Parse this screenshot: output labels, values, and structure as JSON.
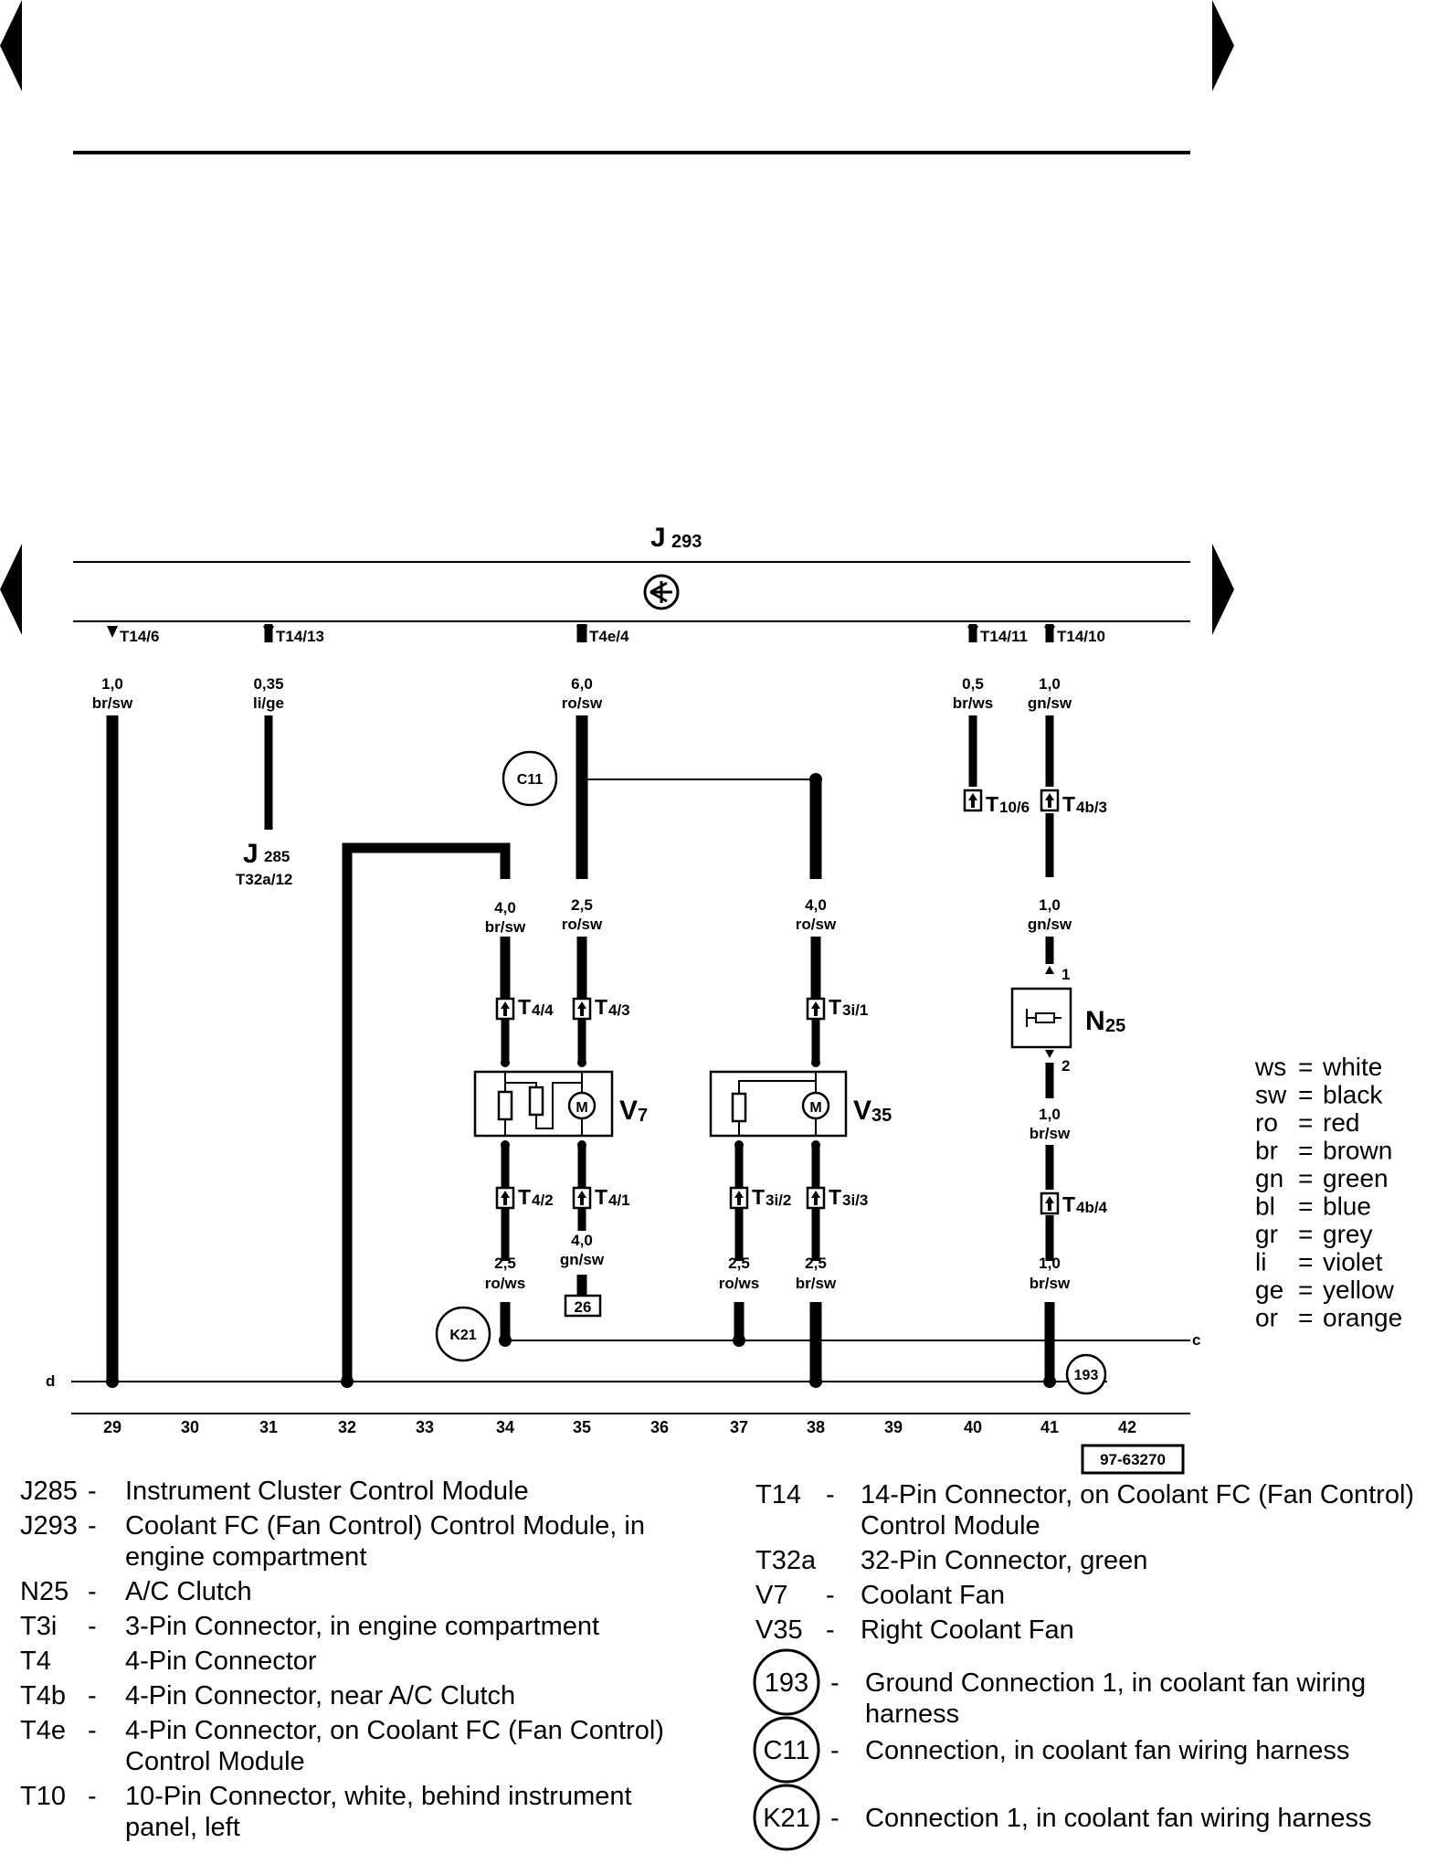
{
  "module": {
    "name": "J",
    "number": "293"
  },
  "top_connectors": [
    {
      "id": "t14-6",
      "label": "T14/6",
      "gauge": "1,0",
      "color": "br/sw"
    },
    {
      "id": "t14-13",
      "label": "T14/13",
      "gauge": "0,35",
      "color": "li/ge"
    },
    {
      "id": "t4e-4",
      "label": "T4e/4",
      "gauge": "6,0",
      "color": "ro/sw"
    },
    {
      "id": "t14-11",
      "label": "T14/11",
      "gauge": "0,5",
      "color": "br/ws"
    },
    {
      "id": "t14-10",
      "label": "T14/10",
      "gauge": "1,0",
      "color": "gn/sw"
    }
  ],
  "j285": {
    "name": "J",
    "number": "285",
    "pin": "T32a/12"
  },
  "wires": [
    {
      "id": "w34-top",
      "gauge": "4,0",
      "color": "br/sw"
    },
    {
      "id": "w35-top",
      "gauge": "2,5",
      "color": "ro/sw"
    },
    {
      "id": "w38-top",
      "gauge": "4,0",
      "color": "ro/sw"
    },
    {
      "id": "w41-top",
      "gauge": "1,0",
      "color": "gn/sw"
    },
    {
      "id": "w41-mid",
      "gauge": "1,0",
      "color": "br/sw"
    },
    {
      "id": "w34-bot",
      "gauge": "2,5",
      "color": "ro/ws"
    },
    {
      "id": "w35-bot",
      "gauge": "4,0",
      "color": "gn/sw"
    },
    {
      "id": "w37-bot",
      "gauge": "2,5",
      "color": "ro/ws"
    },
    {
      "id": "w38-bot",
      "gauge": "2,5",
      "color": "br/sw"
    },
    {
      "id": "w41-bot",
      "gauge": "1,0",
      "color": "br/sw"
    }
  ],
  "connectors": [
    {
      "id": "t10-6",
      "main": "T",
      "sub": "10/6"
    },
    {
      "id": "t4b-3",
      "main": "T",
      "sub": "4b/3"
    },
    {
      "id": "t4-4",
      "main": "T",
      "sub": "4/4"
    },
    {
      "id": "t4-3",
      "main": "T",
      "sub": "4/3"
    },
    {
      "id": "t3i-1",
      "main": "T",
      "sub": "3i/1"
    },
    {
      "id": "t4-2",
      "main": "T",
      "sub": "4/2"
    },
    {
      "id": "t4-1",
      "main": "T",
      "sub": "4/1"
    },
    {
      "id": "t3i-2",
      "main": "T",
      "sub": "3i/2"
    },
    {
      "id": "t3i-3",
      "main": "T",
      "sub": "3i/3"
    },
    {
      "id": "t4b-4",
      "main": "T",
      "sub": "4b/4"
    }
  ],
  "components": [
    {
      "id": "v7",
      "name": "V",
      "number": "7"
    },
    {
      "id": "v35",
      "name": "V",
      "number": "35"
    },
    {
      "id": "n25",
      "name": "N",
      "number": "25",
      "pin_top": "1",
      "pin_bottom": "2"
    }
  ],
  "motor_symbol": "M",
  "connection_points": {
    "c11": "C11",
    "k21": "K21",
    "g193": "193"
  },
  "ref_box": "26",
  "edge_labels": {
    "left": "d",
    "right": "c"
  },
  "column_numbers": [
    "29",
    "30",
    "31",
    "32",
    "33",
    "34",
    "35",
    "36",
    "37",
    "38",
    "39",
    "40",
    "41",
    "42"
  ],
  "figure_id": "97-63270",
  "color_legend": [
    {
      "code": "ws",
      "meaning": "white"
    },
    {
      "code": "sw",
      "meaning": "black"
    },
    {
      "code": "ro",
      "meaning": "red"
    },
    {
      "code": "br",
      "meaning": "brown"
    },
    {
      "code": "gn",
      "meaning": "green"
    },
    {
      "code": "bl",
      "meaning": "blue"
    },
    {
      "code": "gr",
      "meaning": "grey"
    },
    {
      "code": "li",
      "meaning": "violet"
    },
    {
      "code": "ge",
      "meaning": "yellow"
    },
    {
      "code": "or",
      "meaning": "orange"
    }
  ],
  "key_left": [
    {
      "code": "J285",
      "dash": "-",
      "lines": [
        "Instrument Cluster Control Module"
      ]
    },
    {
      "code": "J293",
      "dash": "-",
      "lines": [
        "Coolant FC (Fan Control) Control Module, in",
        "engine compartment"
      ]
    },
    {
      "code": "N25",
      "dash": "-",
      "lines": [
        "A/C Clutch"
      ]
    },
    {
      "code": "T3i",
      "dash": "-",
      "lines": [
        "3-Pin Connector, in engine compartment"
      ]
    },
    {
      "code": "T4",
      "dash": "",
      "lines": [
        "4-Pin Connector"
      ]
    },
    {
      "code": "T4b",
      "dash": "-",
      "lines": [
        "4-Pin Connector, near A/C Clutch"
      ]
    },
    {
      "code": "T4e",
      "dash": "-",
      "lines": [
        "4-Pin Connector, on Coolant FC (Fan Control)",
        "Control Module"
      ]
    },
    {
      "code": "T10",
      "dash": "-",
      "lines": [
        "10-Pin Connector, white, behind instrument",
        "panel, left"
      ]
    }
  ],
  "key_right": [
    {
      "code": "T14",
      "dash": "-",
      "lines": [
        "14-Pin Connector, on Coolant FC (Fan Control)",
        "Control Module"
      ]
    },
    {
      "code": "T32a",
      "dash": "",
      "lines": [
        "32-Pin Connector, green"
      ]
    },
    {
      "code": "V7",
      "dash": "-",
      "lines": [
        "Coolant Fan"
      ]
    },
    {
      "code": "V35",
      "dash": "-",
      "lines": [
        "Right Coolant Fan"
      ]
    }
  ],
  "key_circles": [
    {
      "code": "193",
      "dash": "-",
      "lines": [
        "Ground Connection 1, in coolant fan wiring",
        "harness"
      ]
    },
    {
      "code": "C11",
      "dash": "-",
      "lines": [
        "Connection, in coolant fan wiring harness"
      ]
    },
    {
      "code": "K21",
      "dash": "-",
      "lines": [
        "Connection 1, in coolant fan wiring harness"
      ]
    }
  ]
}
